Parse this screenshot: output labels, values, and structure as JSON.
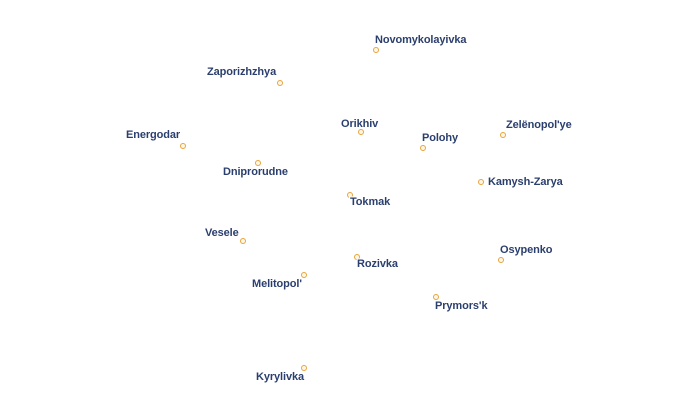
{
  "map": {
    "colors": {
      "label_text": "#2b3f6e",
      "label_halo": "#ffffff",
      "marker_stroke": "#e8a33a",
      "marker_fill": "#fff7e6",
      "background": "#ffffff"
    },
    "places": [
      {
        "name": "Novomykolayivka"
      },
      {
        "name": "Zaporizhzhya"
      },
      {
        "name": "Energodar"
      },
      {
        "name": "Orikhiv"
      },
      {
        "name": "Polohy"
      },
      {
        "name": "Zelënopol'ye"
      },
      {
        "name": "Dniprorudne"
      },
      {
        "name": "Kamysh-Zarya"
      },
      {
        "name": "Tokmak"
      },
      {
        "name": "Vesele"
      },
      {
        "name": "Osypenko"
      },
      {
        "name": "Rozivka"
      },
      {
        "name": "Melitopol'"
      },
      {
        "name": "Prymors'k"
      },
      {
        "name": "Kyrylivka"
      }
    ]
  }
}
